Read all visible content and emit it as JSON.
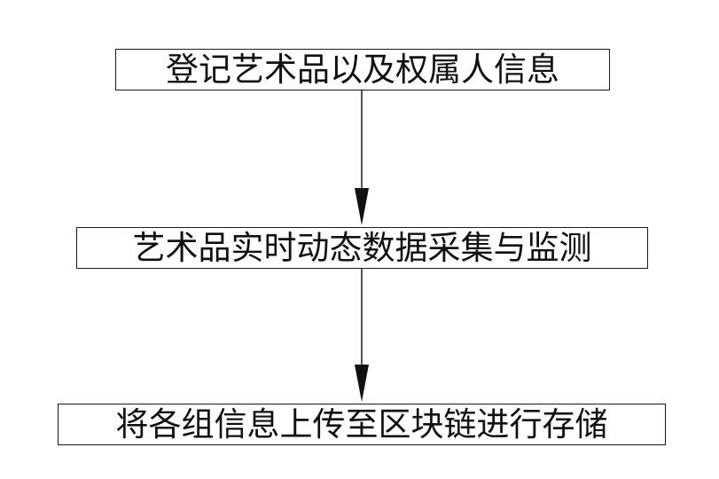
{
  "flowchart": {
    "steps": [
      {
        "label": "登记艺术品以及权属人信息"
      },
      {
        "label": "艺术品实时动态数据采集与监测"
      },
      {
        "label": "将各组信息上传至区块链进行存储"
      }
    ]
  },
  "colors": {
    "stroke": "#1a1a1a",
    "text": "#111111",
    "background": "#ffffff"
  }
}
